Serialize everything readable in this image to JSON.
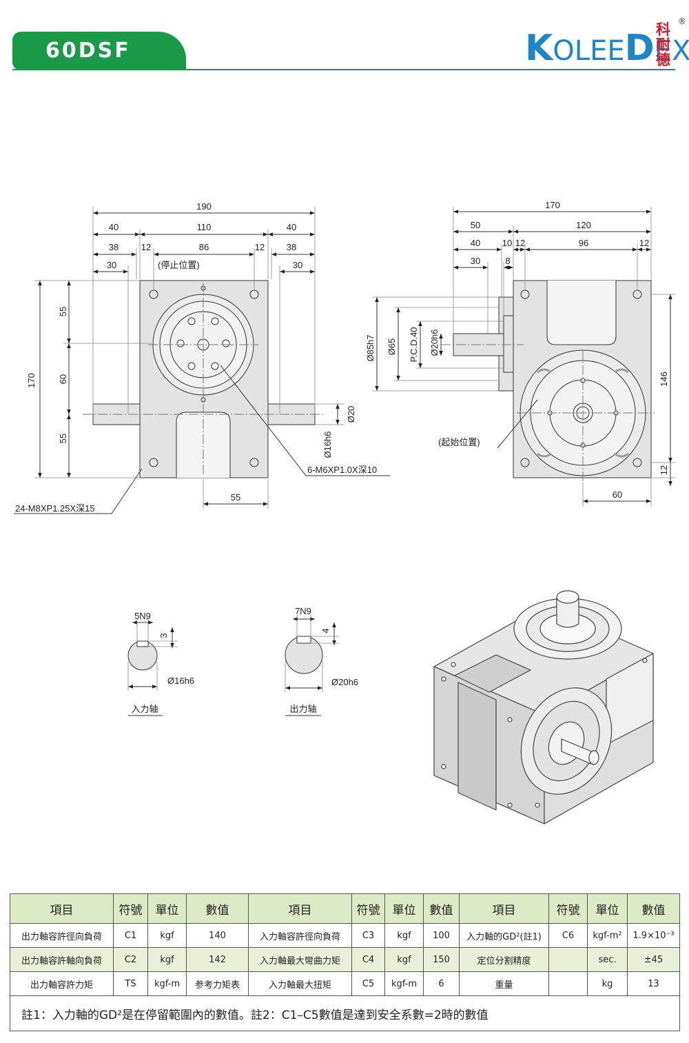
{
  "header": {
    "model": "60DSF",
    "brand_latin_1": "K",
    "brand_latin_2": "OLEE",
    "brand_latin_3": "D",
    "brand_latin_4": "EX",
    "brand_cn": "科耐德",
    "registered": "®",
    "accent_color": "#1a9a46",
    "brand_color": "#1c86c8"
  },
  "front_view": {
    "dims": [
      "190",
      "40",
      "110",
      "40",
      "38",
      "12",
      "86",
      "12",
      "38",
      "30",
      "30",
      "170",
      "55",
      "60",
      "55",
      "55",
      "Ø20",
      "Ø16h6"
    ],
    "stop_position": "(停止位置)",
    "hole_note_1": "6-M6XP1.0X深10",
    "hole_note_2": "24-M8XP1.25X深15"
  },
  "side_view": {
    "dims": [
      "170",
      "50",
      "120",
      "40",
      "10",
      "12",
      "96",
      "12",
      "30",
      "8",
      "146",
      "12",
      "60"
    ],
    "diameters": [
      "Ø85h7",
      "Ø65",
      "P.C.D.40",
      "Ø20h6"
    ],
    "start_position": "(起始位置)"
  },
  "shafts": {
    "input": {
      "key": "5N9",
      "depth": "3",
      "dia": "Ø16h6",
      "label": "入力轴"
    },
    "output": {
      "key": "7N9",
      "depth": "4",
      "dia": "Ø20h6",
      "label": "出力轴"
    }
  },
  "table": {
    "headers": [
      "項目",
      "符號",
      "單位",
      "數值",
      "項目",
      "符號",
      "單位",
      "數值",
      "項目",
      "符號",
      "單位",
      "數值"
    ],
    "rows": [
      [
        "出力軸容許徑向負荷",
        "C1",
        "kgf",
        "140",
        "入力軸容許徑向負荷",
        "C3",
        "kgf",
        "100",
        "入力軸的GD²(註1)",
        "C6",
        "kgf-m²",
        "1.9×10⁻³"
      ],
      [
        "出力軸容許軸向負荷",
        "C2",
        "kgf",
        "142",
        "入力軸最大彎曲力矩",
        "C4",
        "kgf",
        "150",
        "定位分割精度",
        "",
        "sec.",
        "±45"
      ],
      [
        "出力軸容許力矩",
        "TS",
        "kgf-m",
        "参考力矩表",
        "入力軸最大扭矩",
        "C5",
        "kgf-m",
        "6",
        "重量",
        "",
        "kg",
        "13"
      ]
    ],
    "note": "註1：入力軸的GD²是在停留範圍內的數值。註2：C1–C5數值是達到安全系數=2時的數值"
  }
}
